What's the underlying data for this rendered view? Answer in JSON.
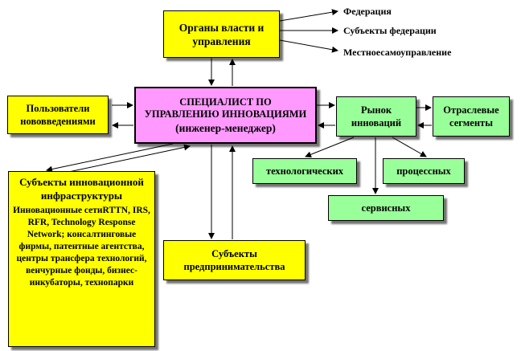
{
  "boxes": {
    "authorities": "Органы власти и управления",
    "specialist_line1": "СПЕЦИАЛИСТ  ПО",
    "specialist_line2": "УПРАВЛЕНИЮ  ИННОВАЦИЯМИ",
    "specialist_line3": "(инженер-менеджер)",
    "users": "Пользователи нововведениями",
    "market": "Рынок инноваций",
    "segments": "Отраслевые сегменты",
    "tech": "технологических",
    "process": "процессных",
    "service": "сервисных",
    "infra_title": "Субъекты инновационной инфраструктуры",
    "infra_desc": "Инновационные сетиRTTN, IRS, RFR, Technology Response Network; консалтинговые фирмы, патентные агентства, центры трансфера технологий, венчурные фонды, бизнес-инкубаторы, технопарки",
    "entrepreneurs": "Субъекты предпринимательства"
  },
  "labels": {
    "federation": "Федерация",
    "subjects": "Субъекты федерации",
    "local": "Местноесамоуправление"
  },
  "colors": {
    "yellow": "#ffff00",
    "green": "#99ff99",
    "pink": "#ff99ff"
  }
}
